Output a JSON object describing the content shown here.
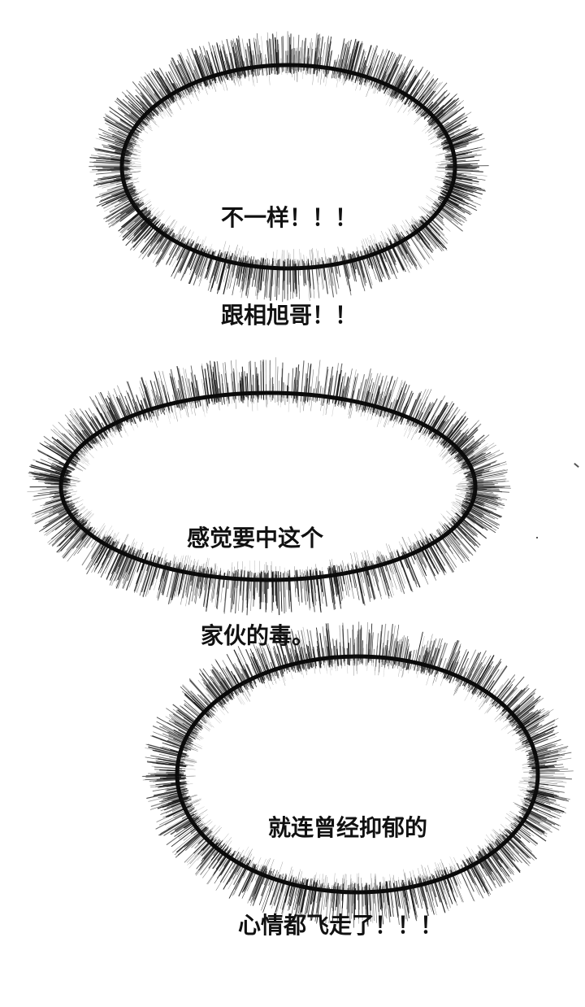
{
  "panel": {
    "background": "#ffffff",
    "ink_color": "#111111"
  },
  "bubbles": [
    {
      "style": "spiky-emphasis-burst",
      "lines": [
        "不一样！！！",
        "跟相旭哥！！"
      ]
    },
    {
      "style": "spiky-emphasis-burst",
      "lines": [
        "感觉要中这个",
        "家伙的毒。"
      ]
    },
    {
      "style": "spiky-emphasis-burst",
      "lines": [
        "就连曾经抑郁的",
        "心情都飞走了！！！"
      ]
    }
  ]
}
